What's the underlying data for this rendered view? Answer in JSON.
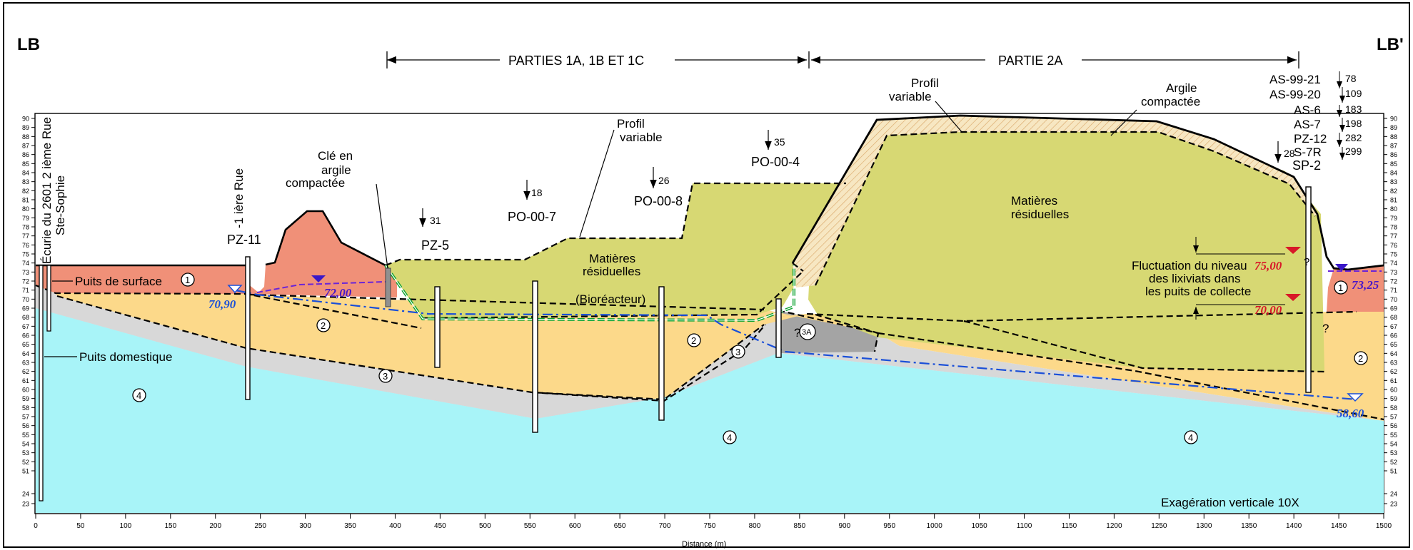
{
  "labels": {
    "left_end": "LB",
    "right_end": "LB'",
    "span_1": "PARTIES 1A, 1B ET 1C",
    "span_2": "PARTIE 2A",
    "x_axis_title": "Distance (m)",
    "exaggeration": "Exagération verticale 10X",
    "ecurie": "Écurie du 2601 2 ième Rue",
    "ste_sophie": "Ste-Sophie",
    "rue1": "-1 ière Rue",
    "cle_1": "Clé en",
    "cle_2": "argile",
    "cle_3": "compactée",
    "profil_1a": "Profil",
    "profil_1b": "variable",
    "profil_2a": "Profil",
    "profil_2b": "variable",
    "argile_1": "Argile",
    "argile_2": "compactée",
    "matieres_1a": "Matières",
    "matieres_1b": "résiduelles",
    "bioreacteur": "(Bioréacteur)",
    "matieres_2a": "Matières",
    "matieres_2b": "résiduelles",
    "puits_surface": "Puits de surface",
    "puits_domestique": "Puits domestique",
    "fluct_1": "Fluctuation du niveau",
    "fluct_2": "des lixiviats dans",
    "fluct_3": "les puits de collecte",
    "q1": "?",
    "q2": "?",
    "q3": "?"
  },
  "wells": [
    {
      "name": "PZ-11",
      "depth": ""
    },
    {
      "name": "PZ-5",
      "depth": "31"
    },
    {
      "name": "PO-00-7",
      "depth": "18"
    },
    {
      "name": "PO-00-8",
      "depth": "26"
    },
    {
      "name": "PO-00-4",
      "depth": "35"
    },
    {
      "name": "SP-2",
      "depth": "28"
    }
  ],
  "side_wells": [
    {
      "name": "AS-99-21",
      "depth": "78"
    },
    {
      "name": "AS-99-20",
      "depth": "109"
    },
    {
      "name": "AS-6",
      "depth": "183"
    },
    {
      "name": "AS-7",
      "depth": "198"
    },
    {
      "name": "PZ-12",
      "depth": "282"
    },
    {
      "name": "S-7R",
      "depth": "299"
    }
  ],
  "water_levels": {
    "w1": "70,90",
    "w2": "72,00",
    "w3": "75,00",
    "w4": "70,00",
    "w5": "73,25",
    "w6": "58,60"
  },
  "units": [
    "1",
    "2",
    "3",
    "4",
    "3A"
  ],
  "x_axis": {
    "ticks": [
      "0",
      "50",
      "100",
      "150",
      "200",
      "250",
      "300",
      "350",
      "400",
      "450",
      "500",
      "550",
      "600",
      "650",
      "700",
      "750",
      "800",
      "850",
      "900",
      "950",
      "1000",
      "1050",
      "1100",
      "1150",
      "1200",
      "1250",
      "1300",
      "1350",
      "1400",
      "1450",
      "1500"
    ]
  },
  "y_axis": {
    "ticks": [
      "90",
      "89",
      "88",
      "87",
      "86",
      "85",
      "84",
      "83",
      "82",
      "81",
      "80",
      "79",
      "78",
      "77",
      "76",
      "75",
      "74",
      "73",
      "72",
      "71",
      "70",
      "69",
      "68",
      "67",
      "66",
      "65",
      "64",
      "63",
      "62",
      "61",
      "60",
      "59",
      "58",
      "57",
      "56",
      "55",
      "54",
      "53",
      "52",
      "51",
      "24",
      "23"
    ]
  },
  "colors": {
    "fill_1": "#f09078",
    "fill_2": "#fcd98a",
    "fill_3": "#d8d8d8",
    "fill_4": "#a8f4f8",
    "waste": "#d7d873",
    "clay": "#f6e4bc",
    "blue_line": "#1a4fd8",
    "red_marker": "#d81828"
  }
}
